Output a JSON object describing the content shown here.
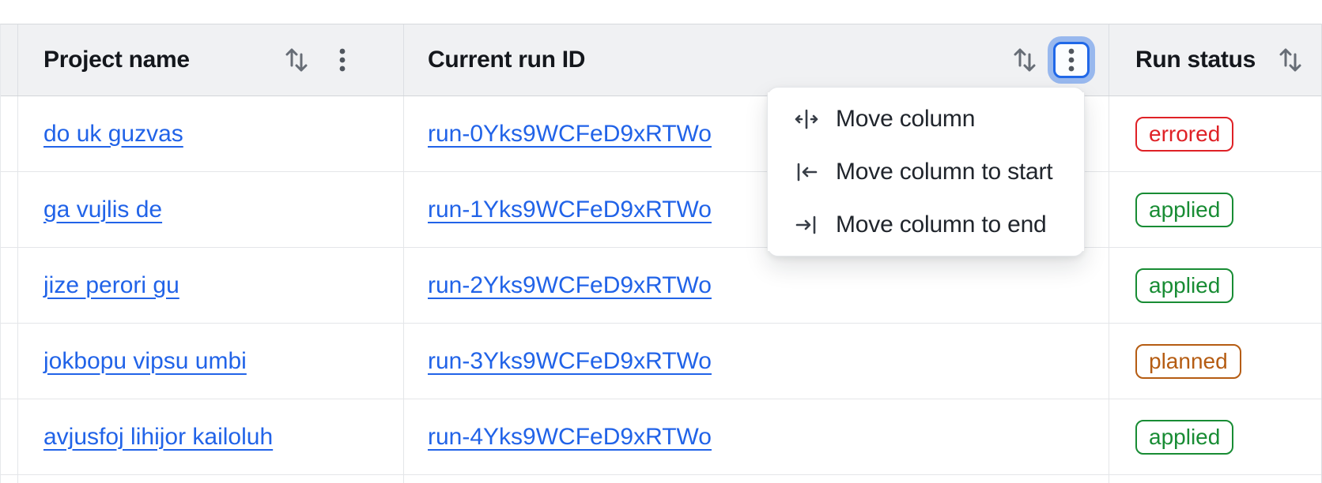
{
  "header": {
    "project_label": "Project name",
    "run_label": "Current run ID",
    "status_label": "Run status"
  },
  "menu": {
    "items": [
      {
        "icon": "move-column-icon",
        "label": "Move column"
      },
      {
        "icon": "move-column-to-start-icon",
        "label": "Move column to start"
      },
      {
        "icon": "move-column-to-end-icon",
        "label": "Move column to end"
      }
    ]
  },
  "rows": [
    {
      "project": "do uk guzvas",
      "run_id": "run-0Yks9WCFeD9xRTWo",
      "status": "errored"
    },
    {
      "project": "ga vujlis de",
      "run_id": "run-1Yks9WCFeD9xRTWo",
      "status": "applied"
    },
    {
      "project": "jize perori gu",
      "run_id": "run-2Yks9WCFeD9xRTWo",
      "status": "applied"
    },
    {
      "project": "jokbopu vipsu umbi",
      "run_id": "run-3Yks9WCFeD9xRTWo",
      "status": "planned"
    },
    {
      "project": "avjusfoj lihijor kailoluh",
      "run_id": "run-4Yks9WCFeD9xRTWo",
      "status": "applied"
    }
  ],
  "icons": {
    "sort": "sort-arrows-icon",
    "column_menu": "kebab-menu-icon"
  },
  "colors": {
    "link": "#2163e8",
    "focus_ring": "#2068e8",
    "status_errored": "#df2126",
    "status_applied": "#188c34",
    "status_planned": "#b55c12"
  }
}
